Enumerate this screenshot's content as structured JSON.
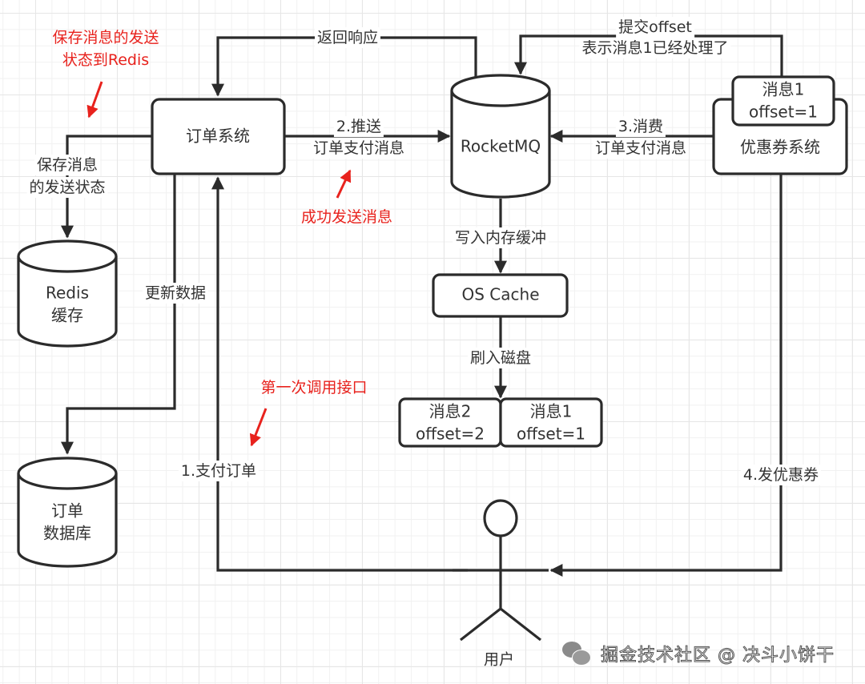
{
  "diagram": {
    "nodes": {
      "order_system": "订单系统",
      "rocketmq": "RocketMQ",
      "coupon_system": "优惠券系统",
      "coupon_msg_line1": "消息1",
      "coupon_msg_line2": "offset=1",
      "redis_line1": "Redis",
      "redis_line2": "缓存",
      "order_db_line1": "订单",
      "order_db_line2": "数据库",
      "os_cache": "OS Cache",
      "disk_msg2_line1": "消息2",
      "disk_msg2_line2": "offset=2",
      "disk_msg1_line1": "消息1",
      "disk_msg1_line2": "offset=1",
      "user": "用户"
    },
    "edge_labels": {
      "return_response": "返回响应",
      "commit_offset_line1": "提交offset",
      "commit_offset_line2": "表示消息1已经处理了",
      "push_line1": "2.推送",
      "push_line2": "订单支付消息",
      "consume_line1": "3.消费",
      "consume_line2": "订单支付消息",
      "save_status_line1": "保存消息",
      "save_status_line2": "的发送状态",
      "update_data": "更新数据",
      "write_memory": "写入内存缓冲",
      "flush_disk": "刷入磁盘",
      "pay_order": "1.支付订单",
      "send_coupon": "4.发优惠券"
    },
    "annotations": {
      "save_redis_line1": "保存消息的发送",
      "save_redis_line2": "状态到Redis",
      "send_success": "成功发送消息",
      "first_call": "第一次调用接口"
    },
    "colors": {
      "stroke": "#2b2b2b",
      "text": "#333333",
      "annotation": "#e8221d",
      "grid": "#e6e6e6"
    }
  },
  "watermark": {
    "icon": "wechat-icon",
    "text": "掘金技术社区 @ 决斗小饼干"
  }
}
